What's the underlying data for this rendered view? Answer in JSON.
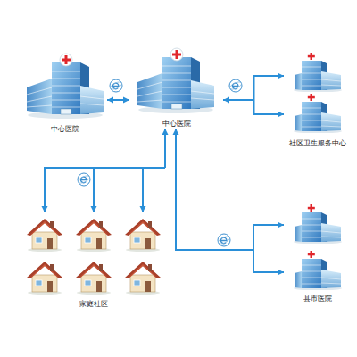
{
  "diagram": {
    "nodes": [
      {
        "text": [
          "中心医院"
        ]
      },
      {
        "text": [
          "中心医院"
        ]
      },
      {
        "text": [
          "社区卫生服务中心"
        ]
      },
      {
        "text": [
          "家庭社区"
        ]
      },
      {
        "text": [
          "县市医院"
        ]
      }
    ],
    "edges": [
      {
        "from": 0,
        "to": 1,
        "arrow": "both"
      },
      {
        "from": 1,
        "to": 2,
        "arrow": "both"
      },
      {
        "from": 1,
        "to": 3,
        "arrow": "both"
      },
      {
        "from": 1,
        "to": 4,
        "arrow": "both"
      }
    ]
  }
}
